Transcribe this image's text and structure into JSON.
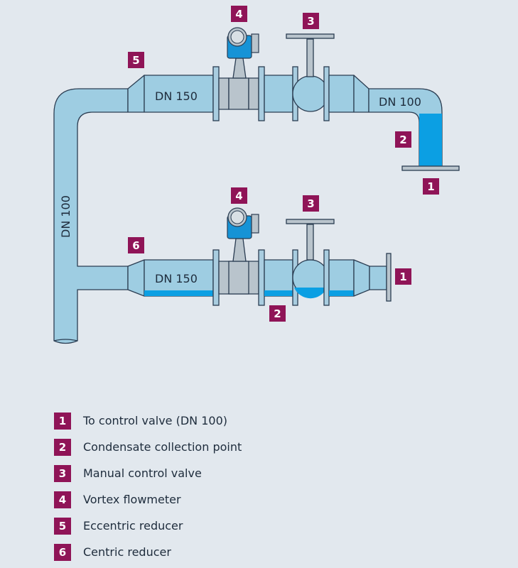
{
  "diagram": {
    "top_line": {
      "reducer_label": "DN 150",
      "outlet_label": "DN 100"
    },
    "riser_label": "DN 100",
    "bottom_line": {
      "reducer_label": "DN 150"
    },
    "badges": {
      "top_meter": "4",
      "top_valve": "3",
      "top_reducer": "5",
      "top_condensate": "2",
      "top_outlet": "1",
      "bottom_meter": "4",
      "bottom_valve": "3",
      "bottom_reducer": "6",
      "bottom_condensate": "2",
      "bottom_outlet": "1"
    }
  },
  "legend": {
    "items": [
      {
        "num": "1",
        "text": "To control valve (DN 100)"
      },
      {
        "num": "2",
        "text": "Condensate collection point"
      },
      {
        "num": "3",
        "text": "Manual control valve"
      },
      {
        "num": "4",
        "text": "Vortex flowmeter"
      },
      {
        "num": "5",
        "text": "Eccentric reducer"
      },
      {
        "num": "6",
        "text": "Centric reducer"
      }
    ]
  },
  "colors": {
    "background": "#e2e8ee",
    "pipe": "#9ecde2",
    "condensate": "#0b9fe3",
    "badge": "#8f1457",
    "outline": "#2b3d52"
  }
}
